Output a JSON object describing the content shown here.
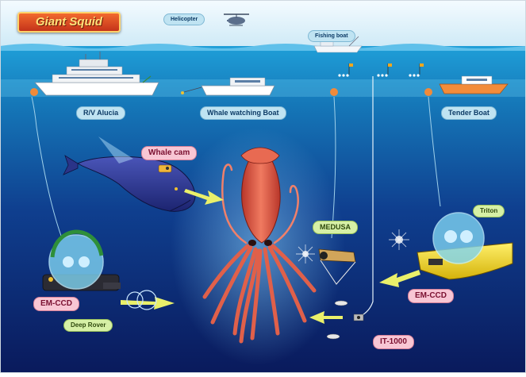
{
  "title": "Giant Squid",
  "labels": {
    "helicopter": "Helicopter",
    "fishing_boat": "Fishing boat",
    "rv_alucia": "R/V Alucia",
    "whale_watching_boat": "Whale watching Boat",
    "tender_boat": "Tender Boat",
    "whale_cam": "Whale cam",
    "medusa": "MEDUSA",
    "triton": "Triton",
    "em_ccd_left": "EM-CCD",
    "em_ccd_right": "EM-CCD",
    "deep_rover": "Deep Rover",
    "it_1000": "IT-1000"
  },
  "colors": {
    "sky": "#dff2fb",
    "sea_surface": "#2fa3d6",
    "deep_sea": "#0a1f6b",
    "squid": "#e0533f",
    "title_bg": "#d9431f",
    "label_pink": "#f8c6d4",
    "label_blue": "#bfe3f2",
    "label_green": "#d6f0a6"
  }
}
